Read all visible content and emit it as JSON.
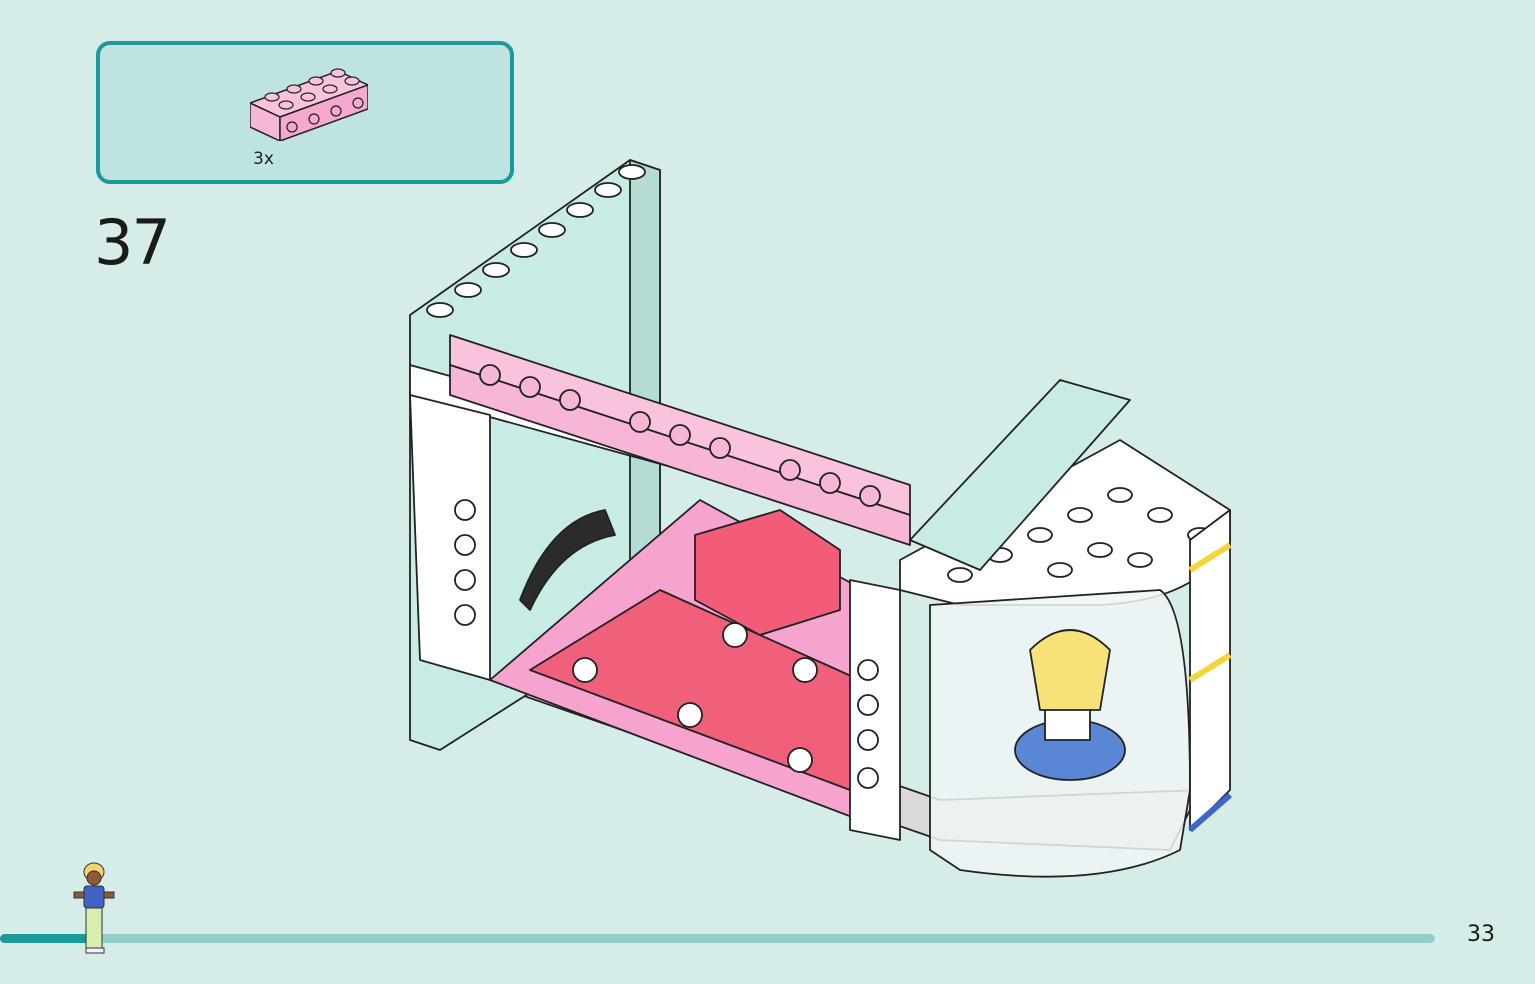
{
  "parts_callout": {
    "items": [
      {
        "part": "pink-1x4-brick-with-side-studs",
        "quantity": "3x",
        "color": "#f7b6d6"
      }
    ]
  },
  "step": {
    "number": "37"
  },
  "model": {
    "icon": "lego-assembly-illustration"
  },
  "progress": {
    "fraction": 0.06
  },
  "page": {
    "number": "33"
  },
  "colors": {
    "background": "#d6ece9",
    "accent": "#1a9a9c",
    "callout_fill": "#bfe3e1",
    "progress_track": "#8fd0cc"
  }
}
